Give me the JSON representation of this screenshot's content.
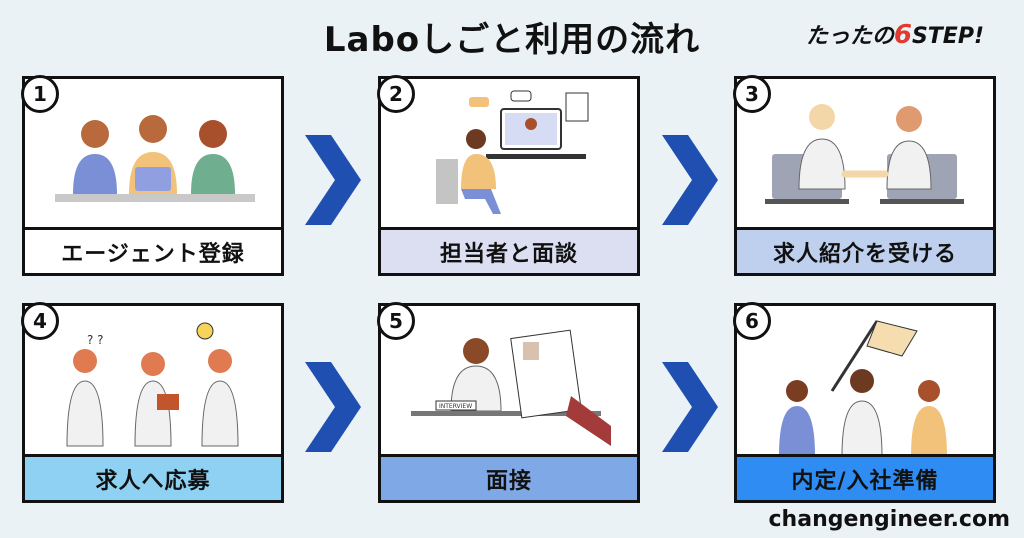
{
  "title": "Laboしごと利用の流れ",
  "tagline": {
    "prefix": "たったの",
    "number": "6",
    "suffix": "STEP!"
  },
  "steps": [
    {
      "number": "1",
      "label": "エージェント登録",
      "color": "#ffffff"
    },
    {
      "number": "2",
      "label": "担当者と面談",
      "color": "#dcdff2"
    },
    {
      "number": "3",
      "label": "求人紹介を受ける",
      "color": "#bfd0ee"
    },
    {
      "number": "4",
      "label": "求人へ応募",
      "color": "#8fd1f3"
    },
    {
      "number": "5",
      "label": "面接",
      "color": "#7fa8e6"
    },
    {
      "number": "6",
      "label": "内定/入社準備",
      "color": "#2e8cf2"
    }
  ],
  "footer": "changengineer.com",
  "arrow_color": "#1f4fb0"
}
